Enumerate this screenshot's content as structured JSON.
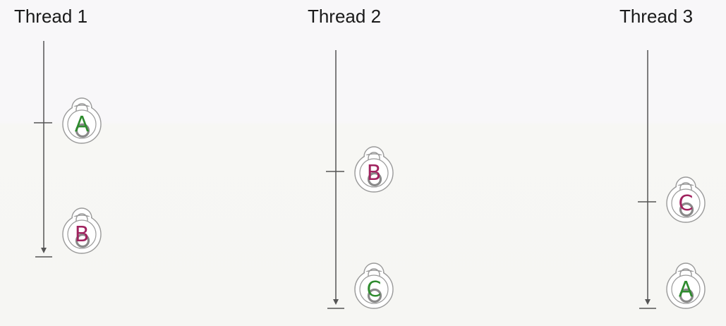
{
  "threads": [
    {
      "title": "Thread 1",
      "locks": [
        {
          "letter": "A",
          "color": "#2e8b2e"
        },
        {
          "letter": "B",
          "color": "#a0235f"
        }
      ]
    },
    {
      "title": "Thread 2",
      "locks": [
        {
          "letter": "B",
          "color": "#a0235f"
        },
        {
          "letter": "C",
          "color": "#2e8b2e"
        }
      ]
    },
    {
      "title": "Thread 3",
      "locks": [
        {
          "letter": "C",
          "color": "#a0235f"
        },
        {
          "letter": "A",
          "color": "#2e8b2e"
        }
      ]
    }
  ],
  "colors": {
    "timeline": "#555555",
    "lock_outline": "#9a9a9a",
    "lock_ring": "#8a8a8a"
  }
}
